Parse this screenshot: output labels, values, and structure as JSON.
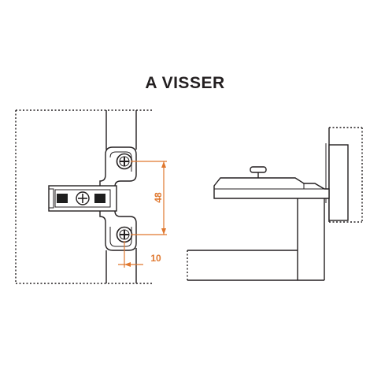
{
  "title": "A VISSER",
  "dimensions": {
    "vertical_spacing": "48",
    "edge_offset": "10"
  },
  "colors": {
    "line": "#231f20",
    "dimension": "#e0782f",
    "fill_dark": "#1e1e1e"
  }
}
